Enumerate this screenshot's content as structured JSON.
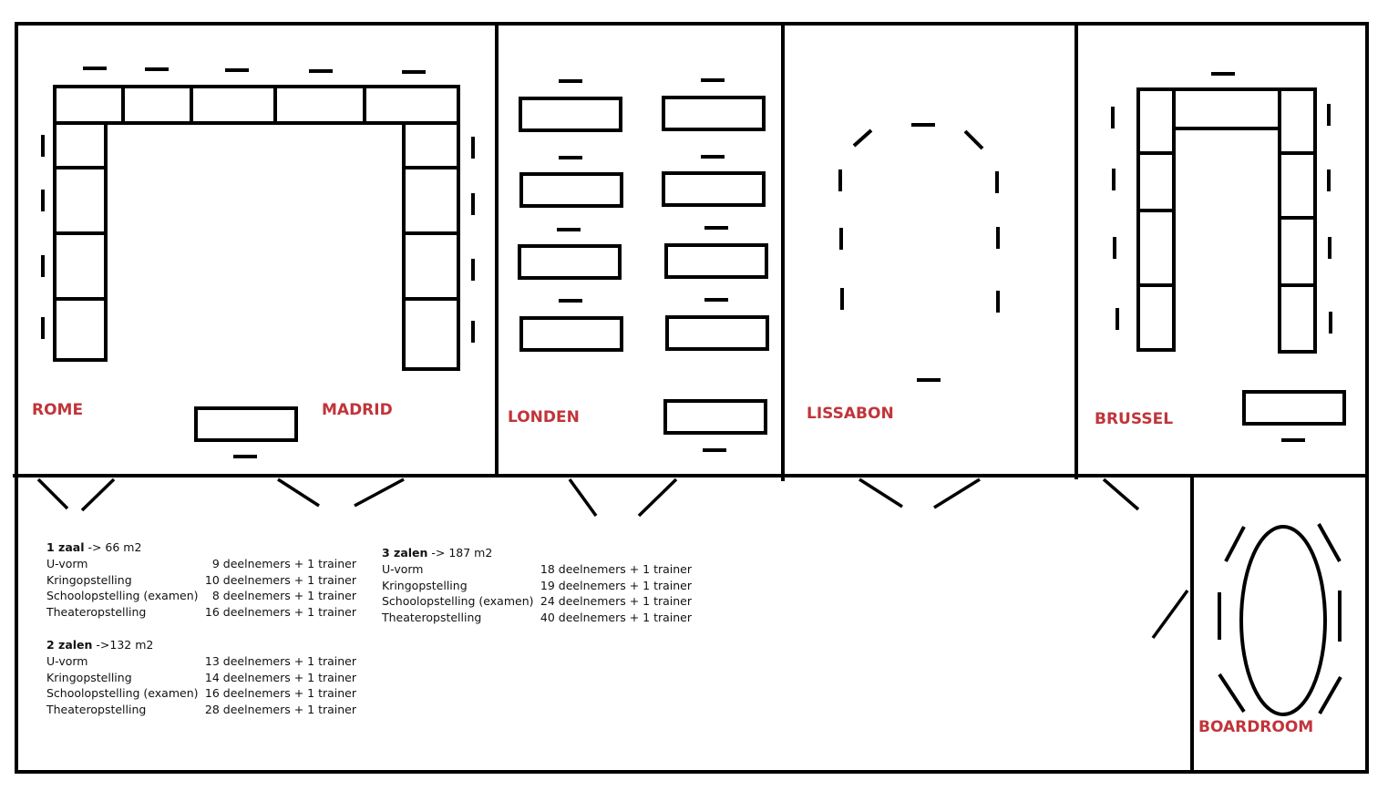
{
  "rooms": {
    "rome": "ROME",
    "madrid": "MADRID",
    "londen": "LONDEN",
    "lissabon": "LISSABON",
    "brussel": "BRUSSEL",
    "boardroom": "BOARDROOM"
  },
  "capacity": {
    "one_room": {
      "title_bold": "1 zaal",
      "title_rest": " -> 66 m2",
      "rows": [
        {
          "setup": "U-vorm",
          "value": "9 deelnemers + 1 trainer"
        },
        {
          "setup": "Kringopstelling",
          "value": "10 deelnemers + 1 trainer"
        },
        {
          "setup": "Schoolopstelling (examen)",
          "value": "8 deelnemers + 1 trainer"
        },
        {
          "setup": "Theateropstelling",
          "value": "16 deelnemers + 1 trainer"
        }
      ]
    },
    "two_rooms": {
      "title_bold": "2 zalen",
      "title_rest": " ->132 m2",
      "rows": [
        {
          "setup": "U-vorm",
          "value": "13 deelnemers + 1 trainer"
        },
        {
          "setup": "Kringopstelling",
          "value": "14 deelnemers + 1 trainer"
        },
        {
          "setup": "Schoolopstelling (examen)",
          "value": "16 deelnemers + 1 trainer"
        },
        {
          "setup": "Theateropstelling",
          "value": "28 deelnemers + 1 trainer"
        }
      ]
    },
    "three_rooms": {
      "title_bold": "3 zalen",
      "title_rest": " -> 187 m2",
      "rows": [
        {
          "setup": "U-vorm",
          "value": "18 deelnemers + 1 trainer"
        },
        {
          "setup": "Kringopstelling",
          "value": "19 deelnemers + 1 trainer"
        },
        {
          "setup": "Schoolopstelling (examen)",
          "value": "24 deelnemers + 1 trainer"
        },
        {
          "setup": "Theateropstelling",
          "value": "40 deelnemers + 1 trainer"
        }
      ]
    }
  },
  "colors": {
    "line": "#000000",
    "label": "#c0353a",
    "background": "#ffffff"
  }
}
